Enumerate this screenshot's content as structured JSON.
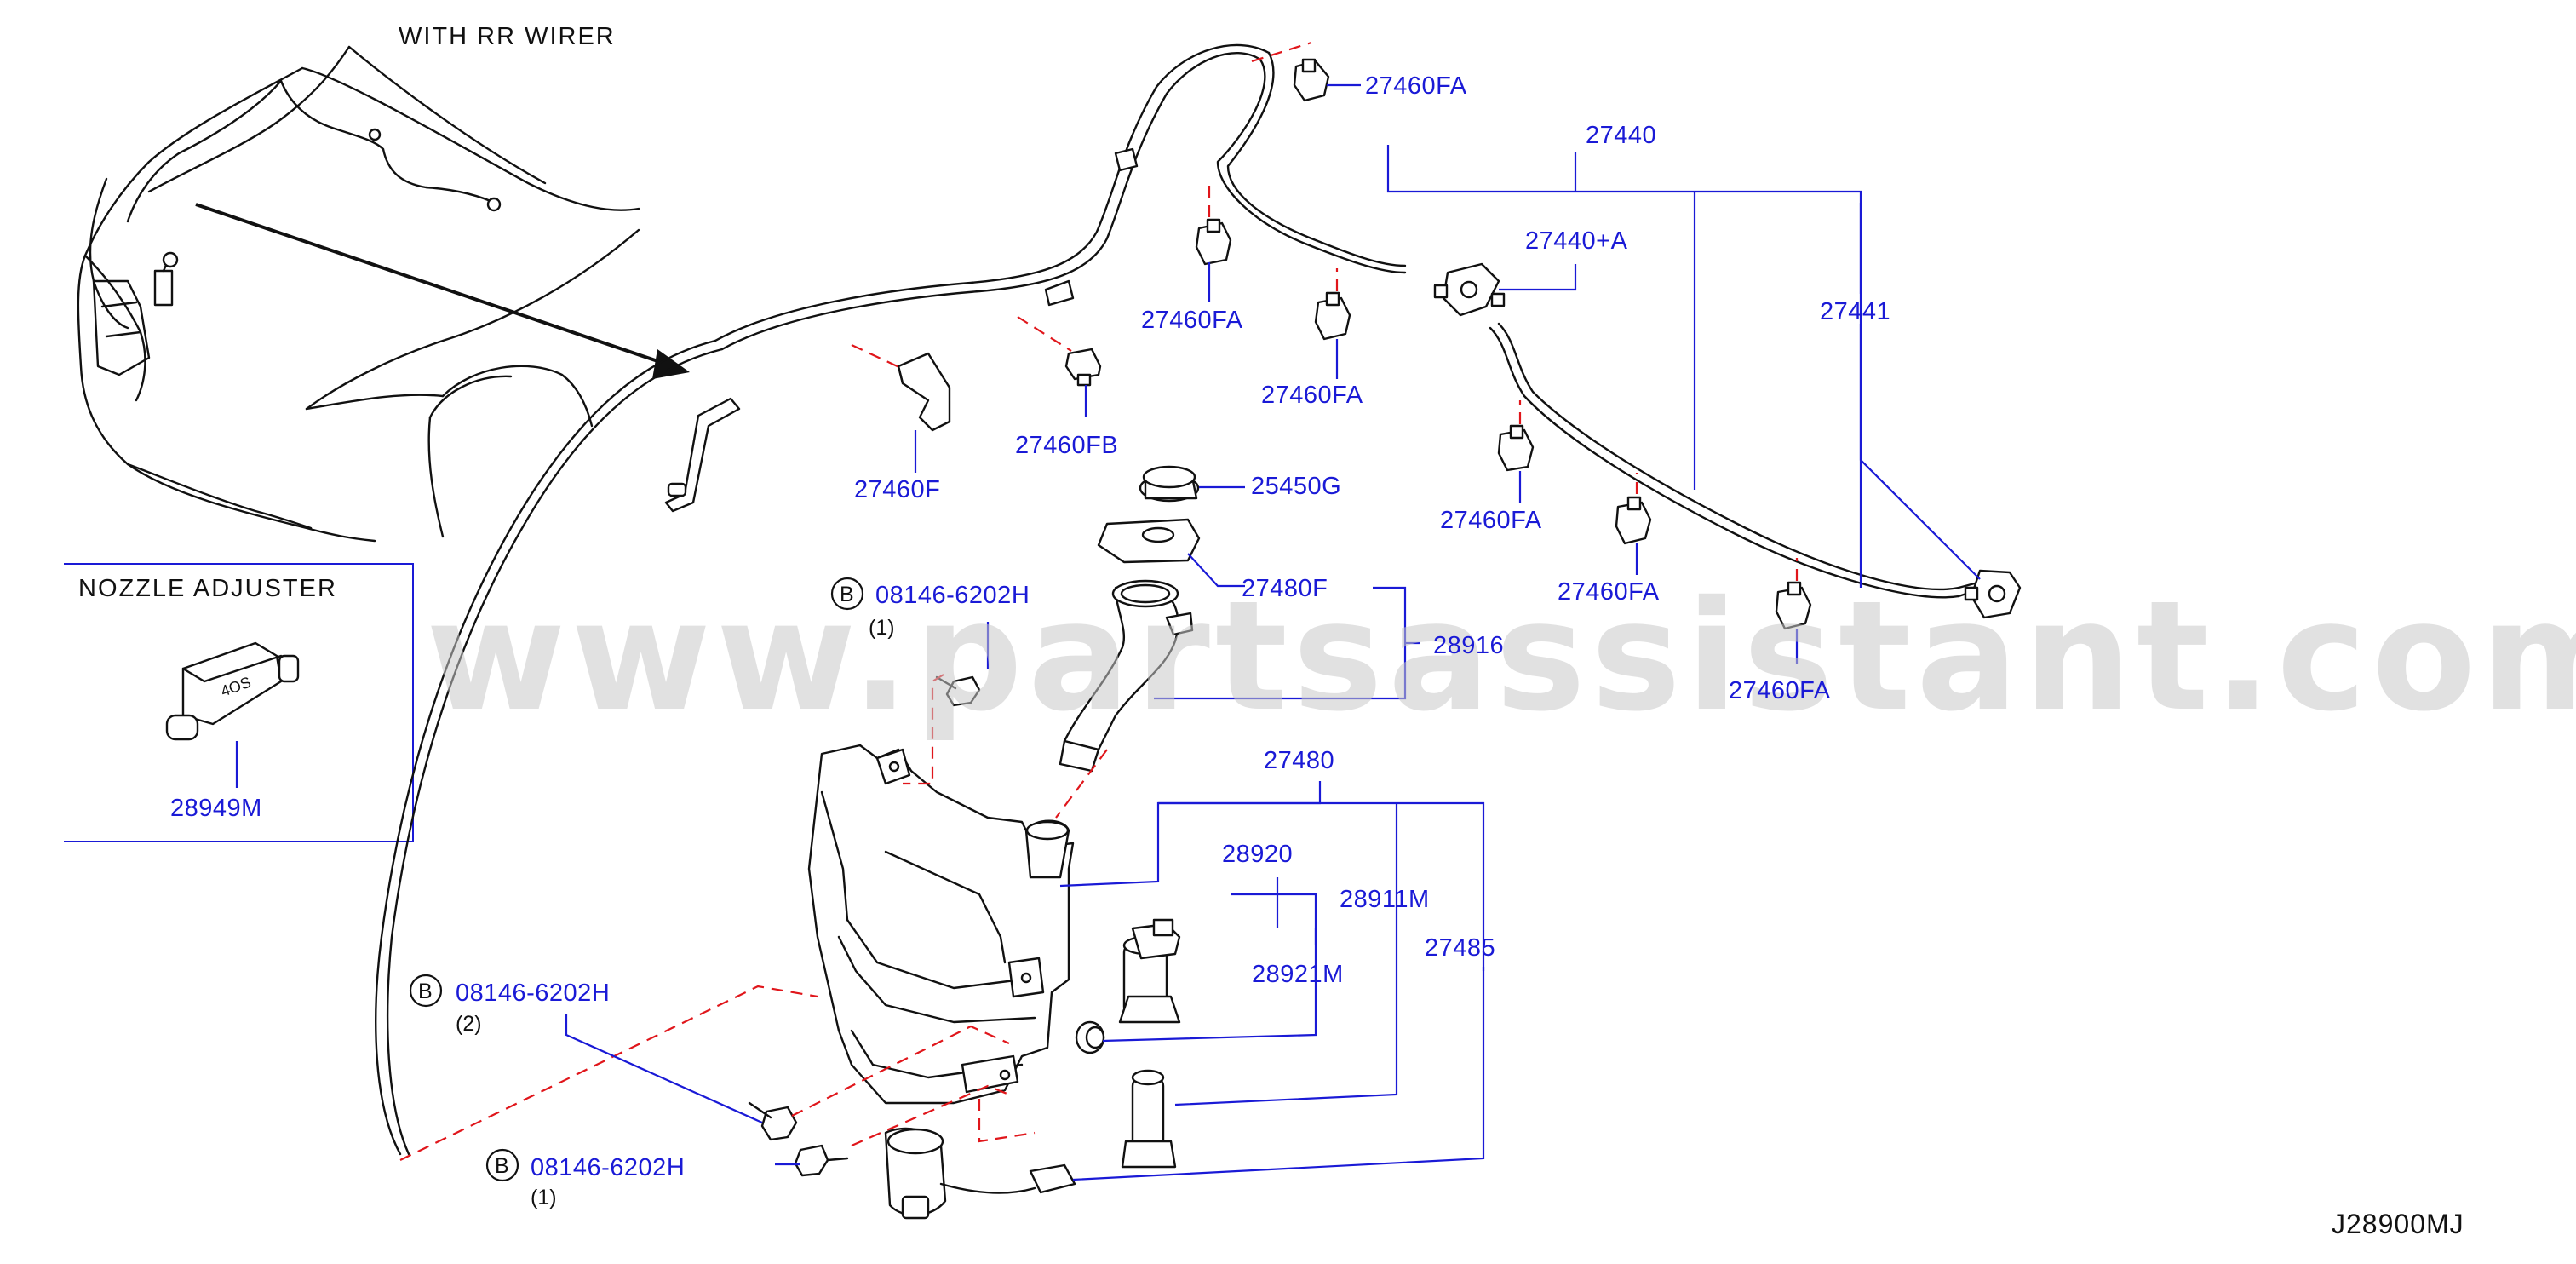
{
  "diagram": {
    "header_note": "WITH   RR   WIRER",
    "inset_title": "NOZZLE   ADJUSTER",
    "inset_part": "28949M",
    "watermark": "www.partsassistant.com",
    "diagram_code": "J28900MJ",
    "bolt_symbol": "B",
    "parts": {
      "p27460FA_top": "27460FA",
      "p27440": "27440",
      "p27440A": "27440+A",
      "p27441": "27441",
      "p27460FA_a": "27460FA",
      "p27460FA_b": "27460FA",
      "p27460FA_c": "27460FA",
      "p27460FA_d": "27460FA",
      "p27460FA_e": "27460FA",
      "p27460F": "27460F",
      "p27460FB": "27460FB",
      "p25450G": "25450G",
      "p27480F": "27480F",
      "p28916": "28916",
      "p27480": "27480",
      "p28920": "28920",
      "p28911M": "28911M",
      "p28921M": "28921M",
      "p27485": "27485"
    },
    "bolts": [
      {
        "part": "08146-6202H",
        "qty": "(1)"
      },
      {
        "part": "08146-6202H",
        "qty": "(2)"
      },
      {
        "part": "08146-6202H",
        "qty": "(1)"
      }
    ]
  }
}
